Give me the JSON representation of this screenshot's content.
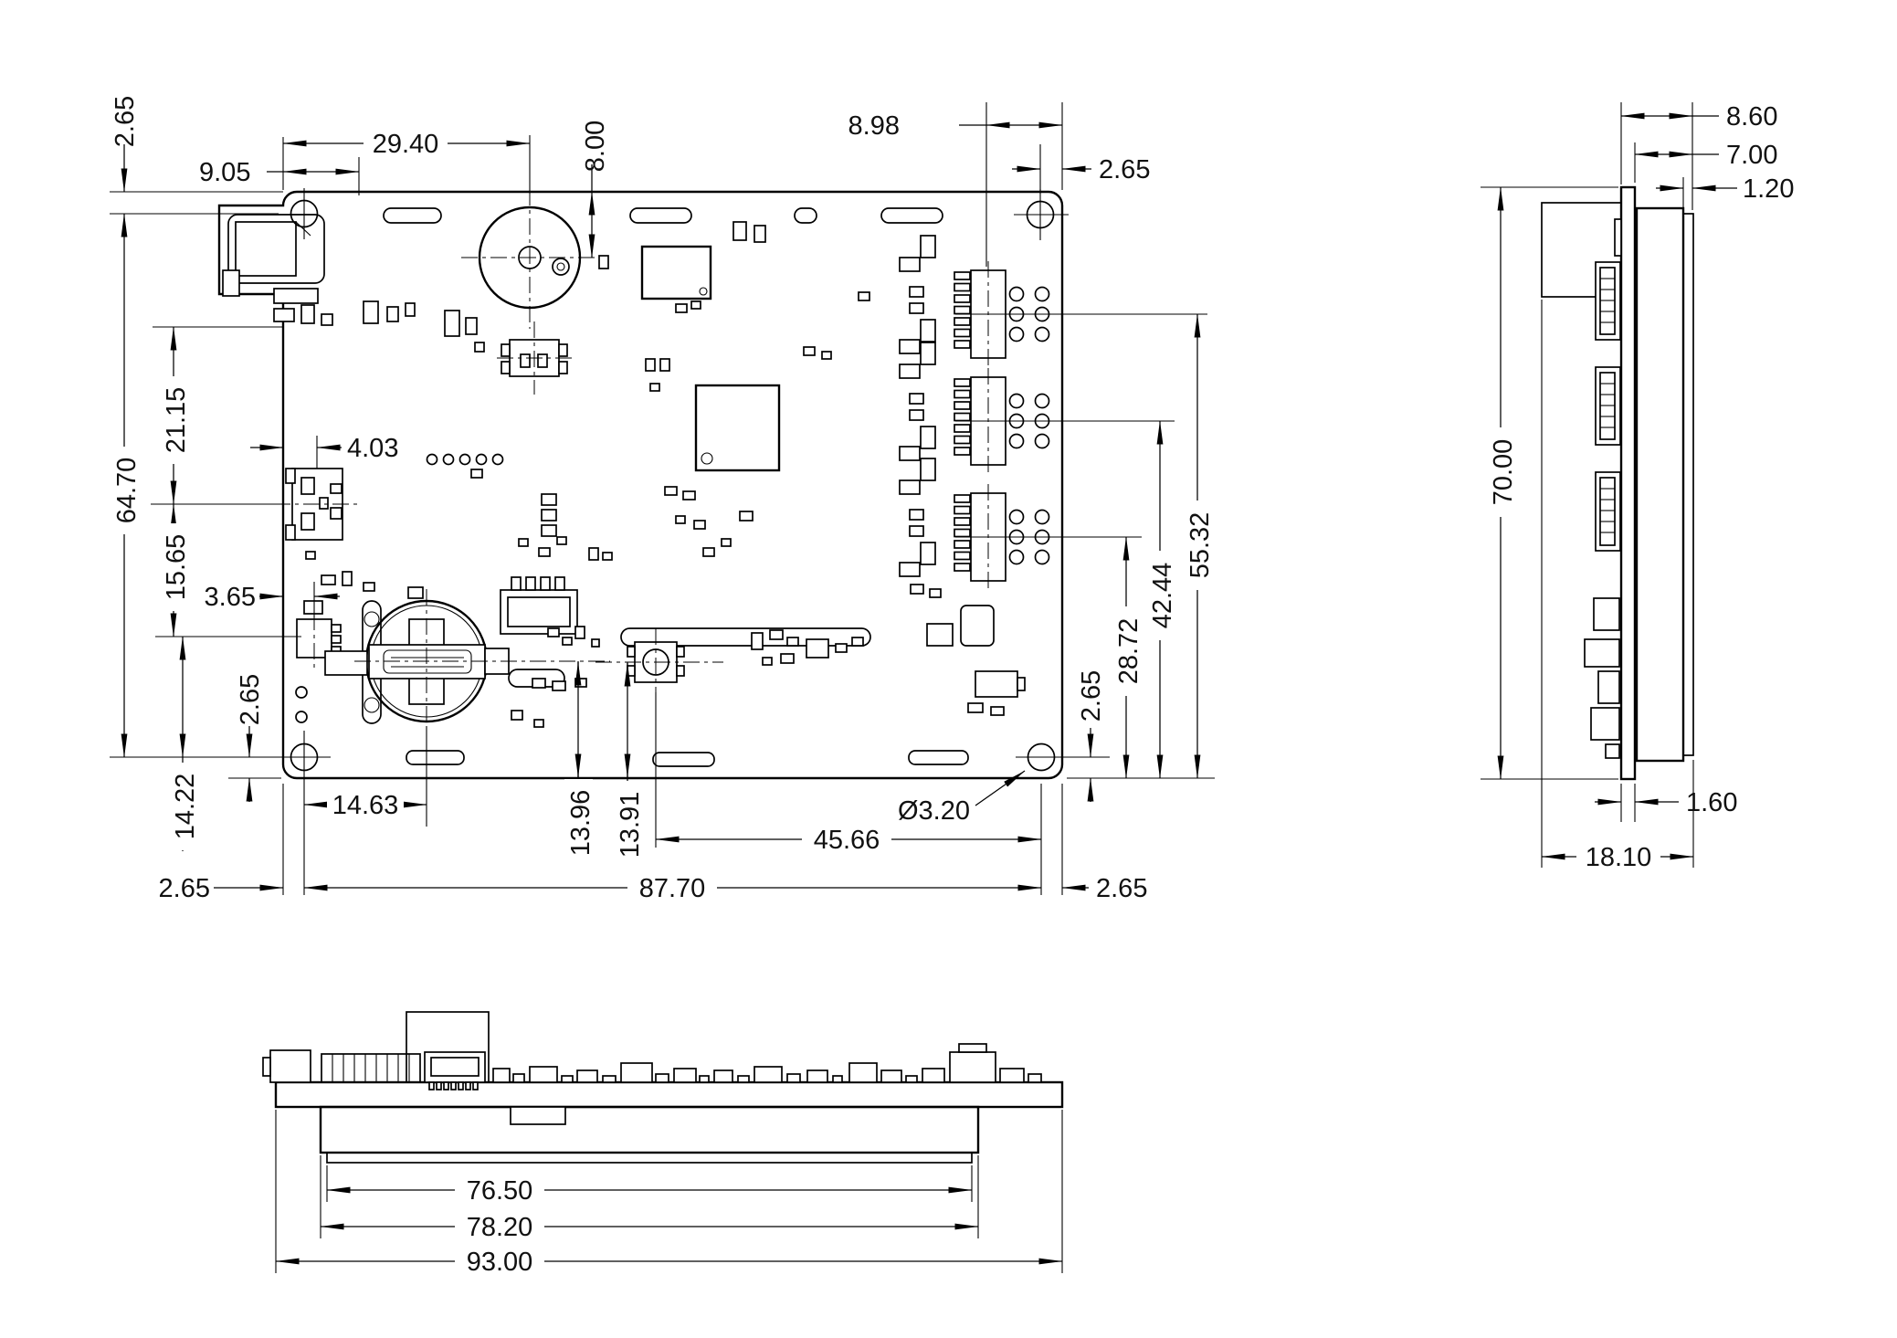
{
  "drawing": {
    "type": "pcb-dimension-drawing",
    "units": "mm",
    "dims": {
      "d265": "2.65",
      "d905": "9.05",
      "d2940": "29.40",
      "d800": "8.00",
      "d898": "8.98",
      "d6470": "64.70",
      "d2115": "21.15",
      "d1565": "15.65",
      "d365": "3.65",
      "d403": "4.03",
      "d1422": "14.22",
      "d1463": "14.63",
      "d1396": "13.96",
      "d1391": "13.91",
      "d4566": "45.66",
      "d320": "Ø3.20",
      "d8770": "87.70",
      "d5532": "55.32",
      "d4244": "42.44",
      "d2872": "28.72",
      "d860": "8.60",
      "d700": "7.00",
      "d120": "1.20",
      "d7000": "70.00",
      "d160": "1.60",
      "d1810": "18.10",
      "d7650": "76.50",
      "d7820": "78.20",
      "d9300": "93.00"
    }
  }
}
